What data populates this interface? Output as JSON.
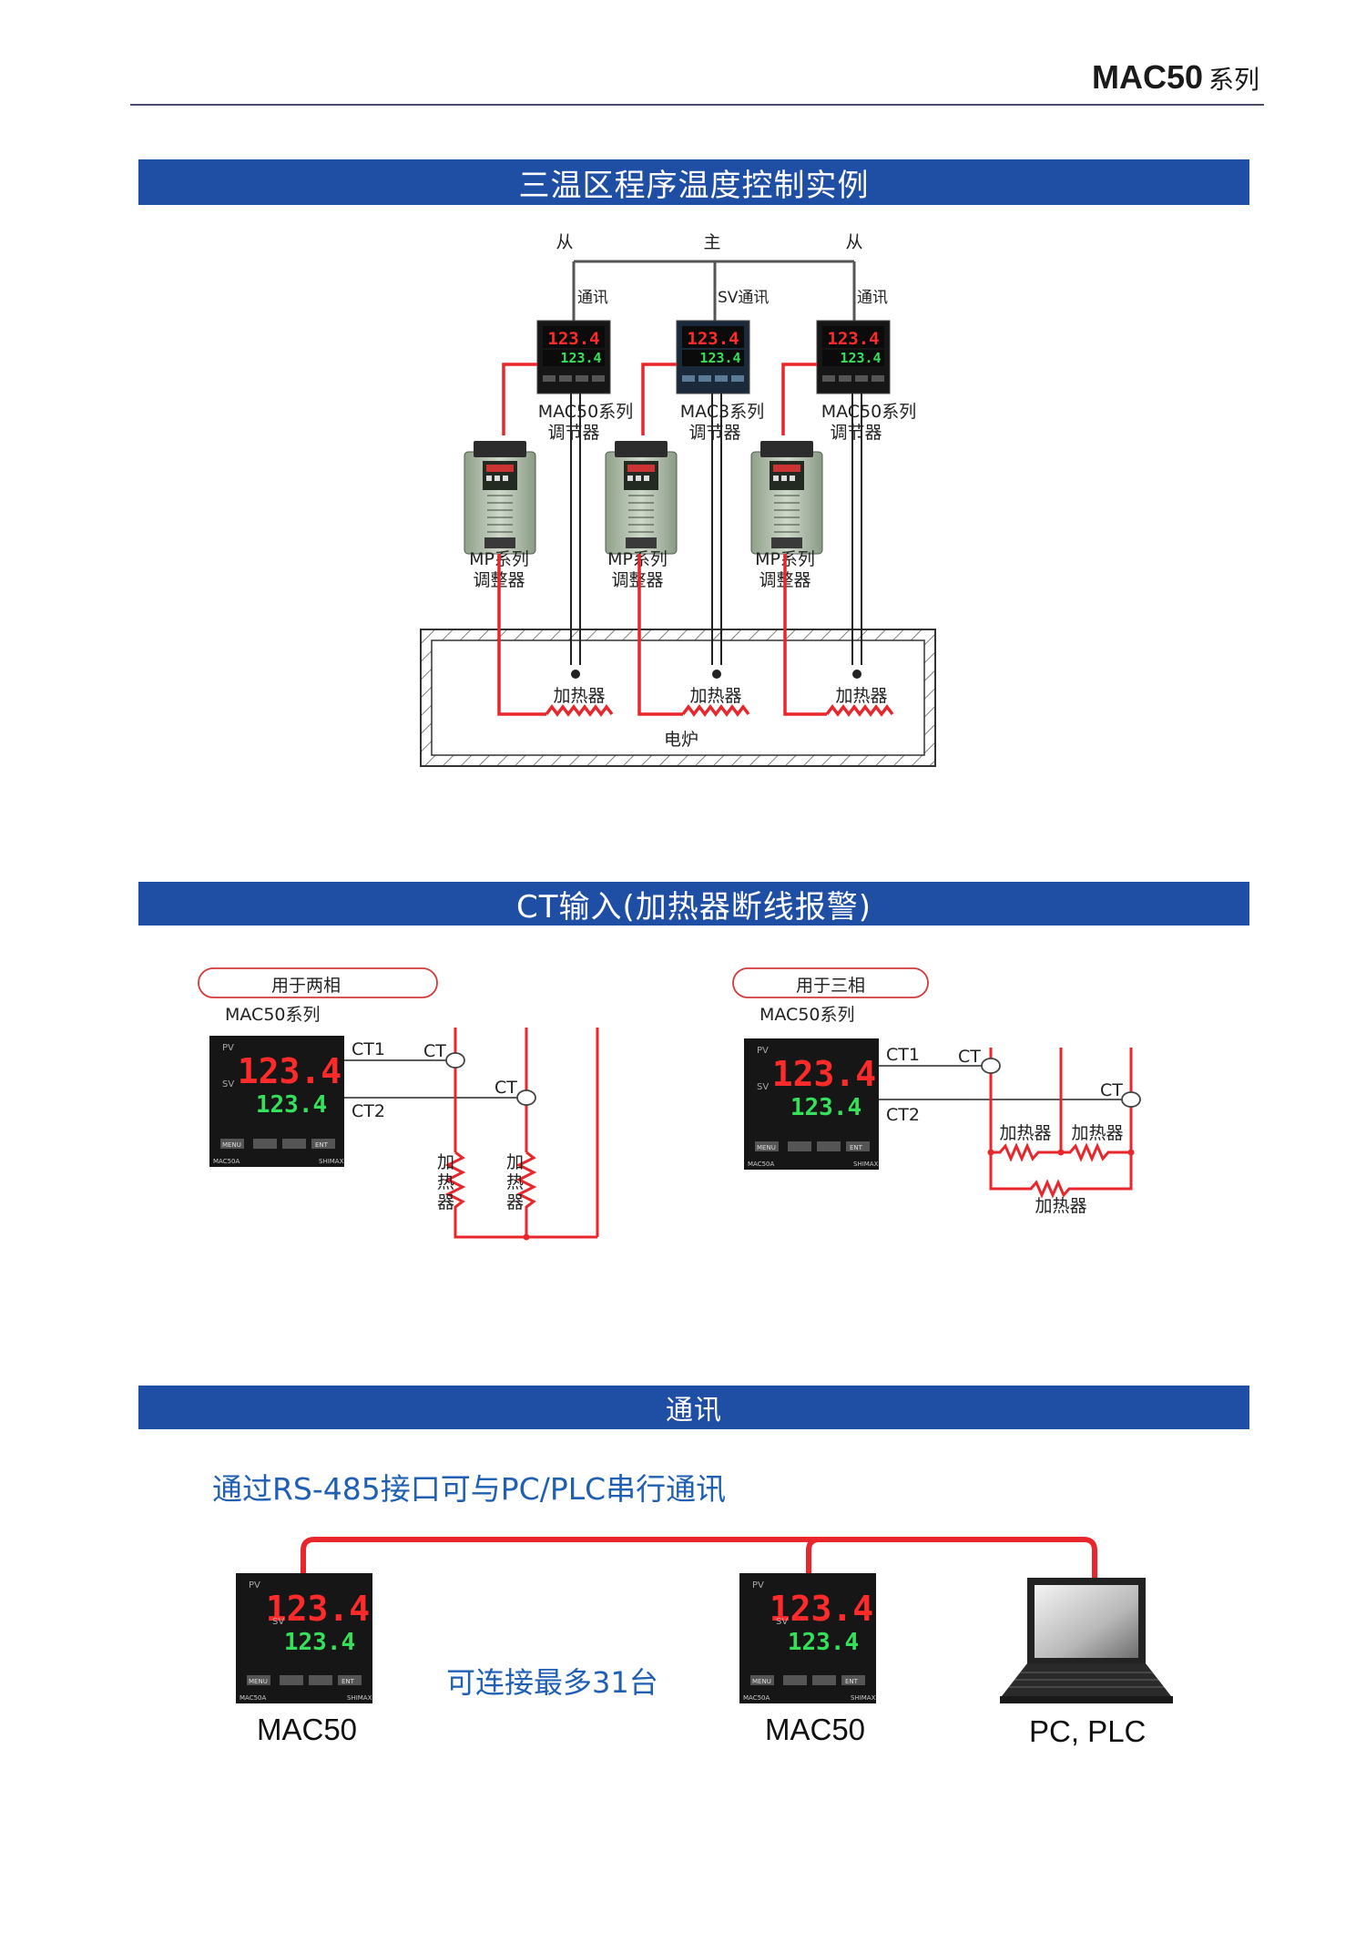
{
  "header": {
    "model": "MAC50",
    "series": "系列"
  },
  "section1": {
    "title": "三温区程序温度控制实例",
    "slave_left": "从",
    "master": "主",
    "slave_right": "从",
    "comm_left": "通讯",
    "comm_center": "SV通讯",
    "comm_right": "通讯",
    "ctrl_left_model": "MAC50系列",
    "ctrl_left_type": "调节器",
    "ctrl_center_model": "MAC3系列",
    "ctrl_center_type": "调节器",
    "ctrl_right_model": "MAC50系列",
    "ctrl_right_type": "调节器",
    "mp_model": "MP系列",
    "mp_type": "调整器",
    "heater": "加热器",
    "furnace": "电炉",
    "display_pv_1": "123.4",
    "display_sv_1": "123.4",
    "display_pv_2": "123.4",
    "display_sv_2": "123.4",
    "display_pv_3": "123.4",
    "display_sv_3": "123.4"
  },
  "section2": {
    "title": "CT输入(加热器断线报警)",
    "two_phase_tag": "用于两相",
    "three_phase_tag": "用于三相",
    "series_label": "MAC50系列",
    "ct1": "CT1",
    "ct2": "CT2",
    "ct": "CT",
    "heater": "加热器",
    "heater_v1": "加",
    "heater_v2": "热",
    "heater_v3": "器",
    "display_pv": "123.4",
    "display_sv": "123.4",
    "pv": "PV",
    "sv": "SV",
    "menu": "MENU",
    "ent": "ENT",
    "brand": "SHIMAX",
    "model_small": "MAC50A"
  },
  "section3": {
    "title": "通讯",
    "subtitle": "通过RS-485接口可与PC/PLC串行通讯",
    "max_connect": "可连接最多31台",
    "device1": "MAC50",
    "device2": "MAC50",
    "pc": "PC, PLC",
    "display_pv": "123.4",
    "display_sv": "123.4"
  },
  "colors": {
    "bar_blue": "#1f4ea5",
    "wire_red": "#e8262b",
    "text_blue": "#1f5fb4"
  }
}
